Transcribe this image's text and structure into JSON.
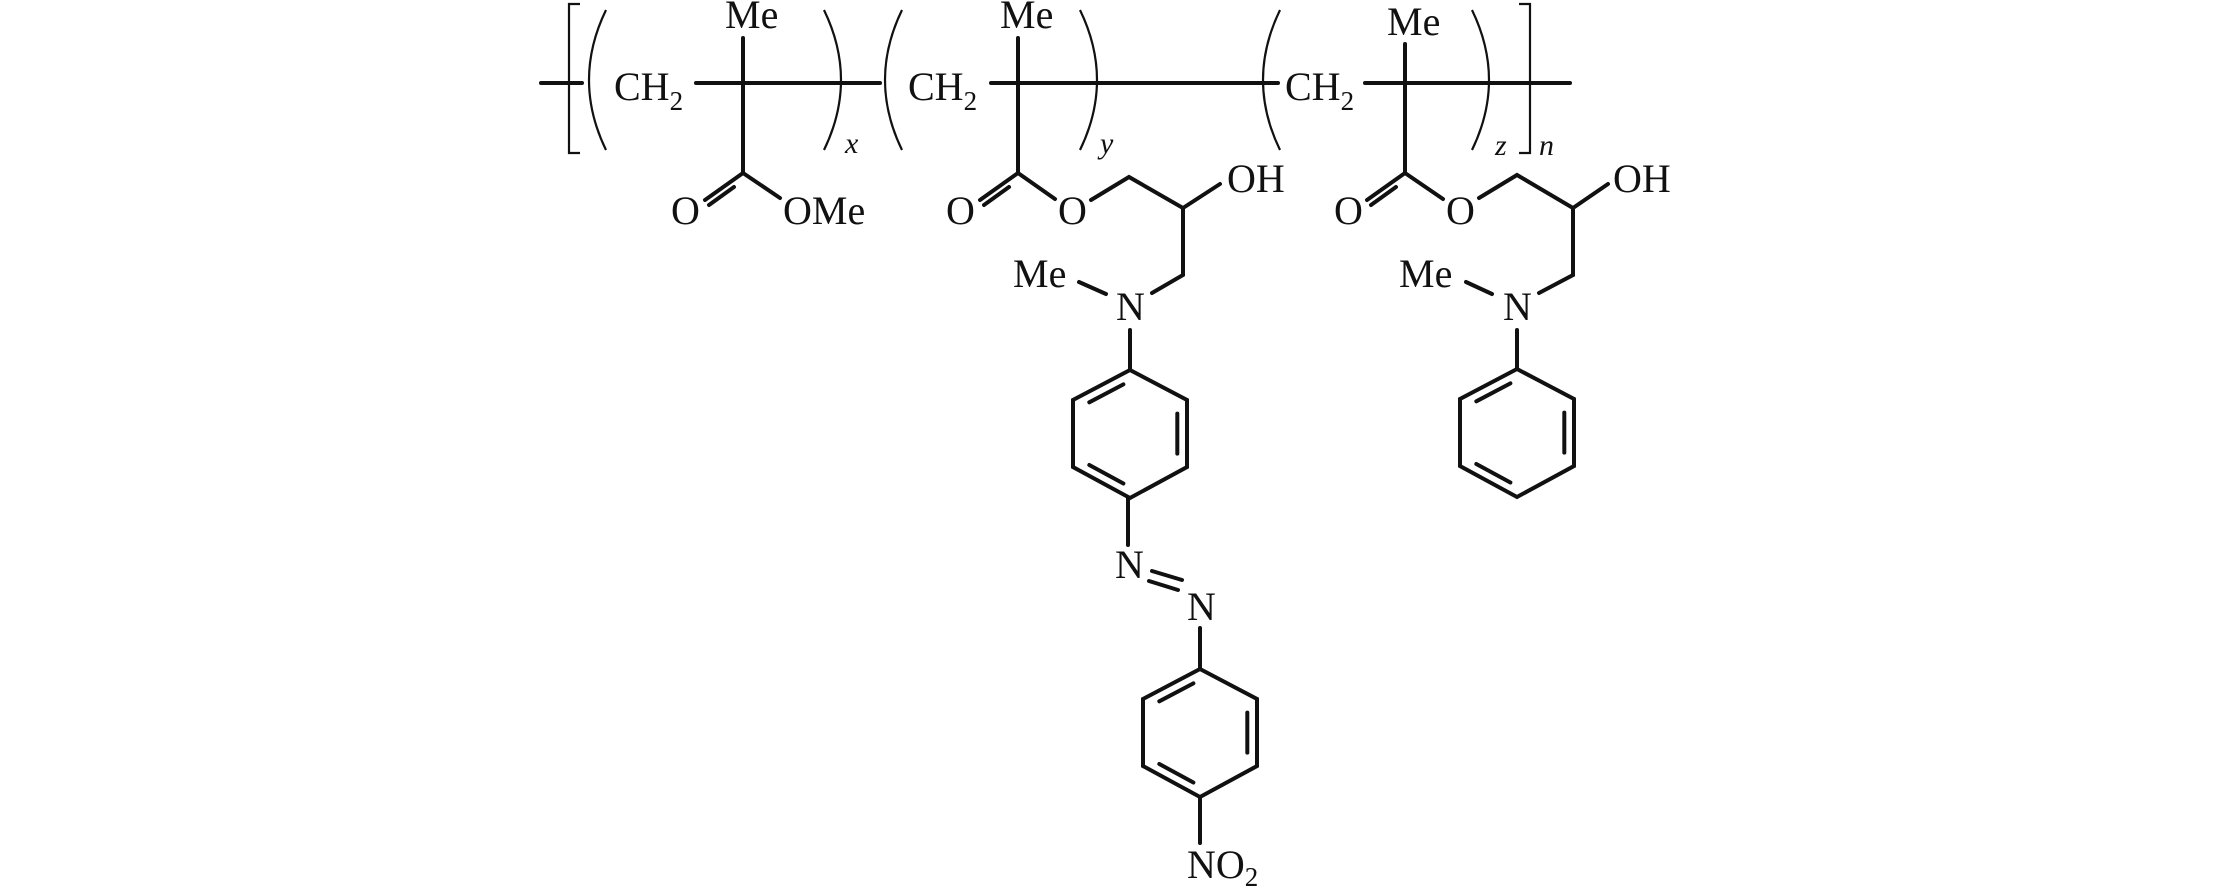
{
  "diagram": {
    "type": "chemical-structure",
    "colors": {
      "ink": "#111111",
      "background": "#ffffff"
    },
    "backbone": {
      "units": [
        {
          "ch": "CH",
          "ch_sub": "2",
          "methyl": "Me",
          "repeat": "x"
        },
        {
          "ch": "CH",
          "ch_sub": "2",
          "methyl": "Me",
          "repeat": "y"
        },
        {
          "ch": "CH",
          "ch_sub": "2",
          "methyl": "Me",
          "repeat": "z"
        }
      ],
      "polymer_index": "n"
    },
    "unit_x": {
      "carbonyl_o": "O",
      "ester": "OMe"
    },
    "unit_y": {
      "carbonyl_o": "O",
      "ester_o": "O",
      "hydroxyl": "OH",
      "n_methyl": "Me",
      "amine_n": "N",
      "azo_n1": "N",
      "azo_n2": "N",
      "nitro": "NO",
      "nitro_sub": "2"
    },
    "unit_z": {
      "carbonyl_o": "O",
      "ester_o": "O",
      "hydroxyl": "OH",
      "n_methyl": "Me",
      "amine_n": "N"
    }
  }
}
